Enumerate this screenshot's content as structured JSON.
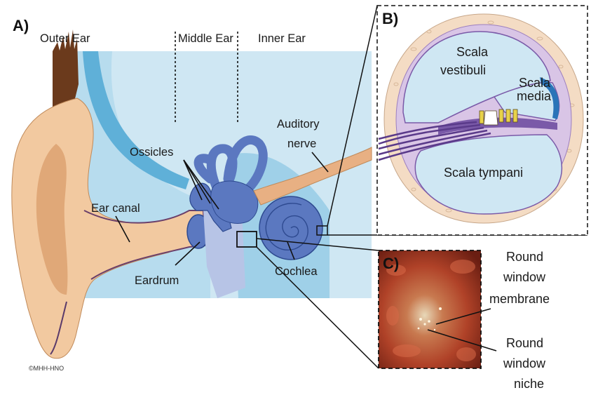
{
  "panels": {
    "a": "A)",
    "b": "B)",
    "c": "C)"
  },
  "regions": {
    "outer": "Outer Ear",
    "middle": "Middle Ear",
    "inner": "Inner Ear"
  },
  "labels": {
    "ossicles": "Ossicles",
    "auditory_nerve_1": "Auditory",
    "auditory_nerve_2": "nerve",
    "ear_canal": "Ear canal",
    "eardrum": "Eardrum",
    "cochlea": "Cochlea"
  },
  "cross_section": {
    "vestibuli_1": "Scala",
    "vestibuli_2": "vestibuli",
    "media_1": "Scala",
    "media_2": "media",
    "tympani": "Scala tympani"
  },
  "photo": {
    "membrane_1": "Round",
    "membrane_2": "window",
    "membrane_3": "membrane",
    "niche_1": "Round",
    "niche_2": "window",
    "niche_3": "niche"
  },
  "credit": "©MHH-HNO",
  "colors": {
    "background_blue": "#cfe7f3",
    "mid_blue": "#9fd0e8",
    "deep_blue": "#5fb0d8",
    "skin": "#f2c9a0",
    "skin_dark": "#e0a878",
    "hair": "#6b3a1c",
    "ossicle_blue": "#5b78c0",
    "bone_tan": "#f4dcc4",
    "membrane_purple": "#7a5aa8",
    "photo_red": "#a8402a"
  }
}
